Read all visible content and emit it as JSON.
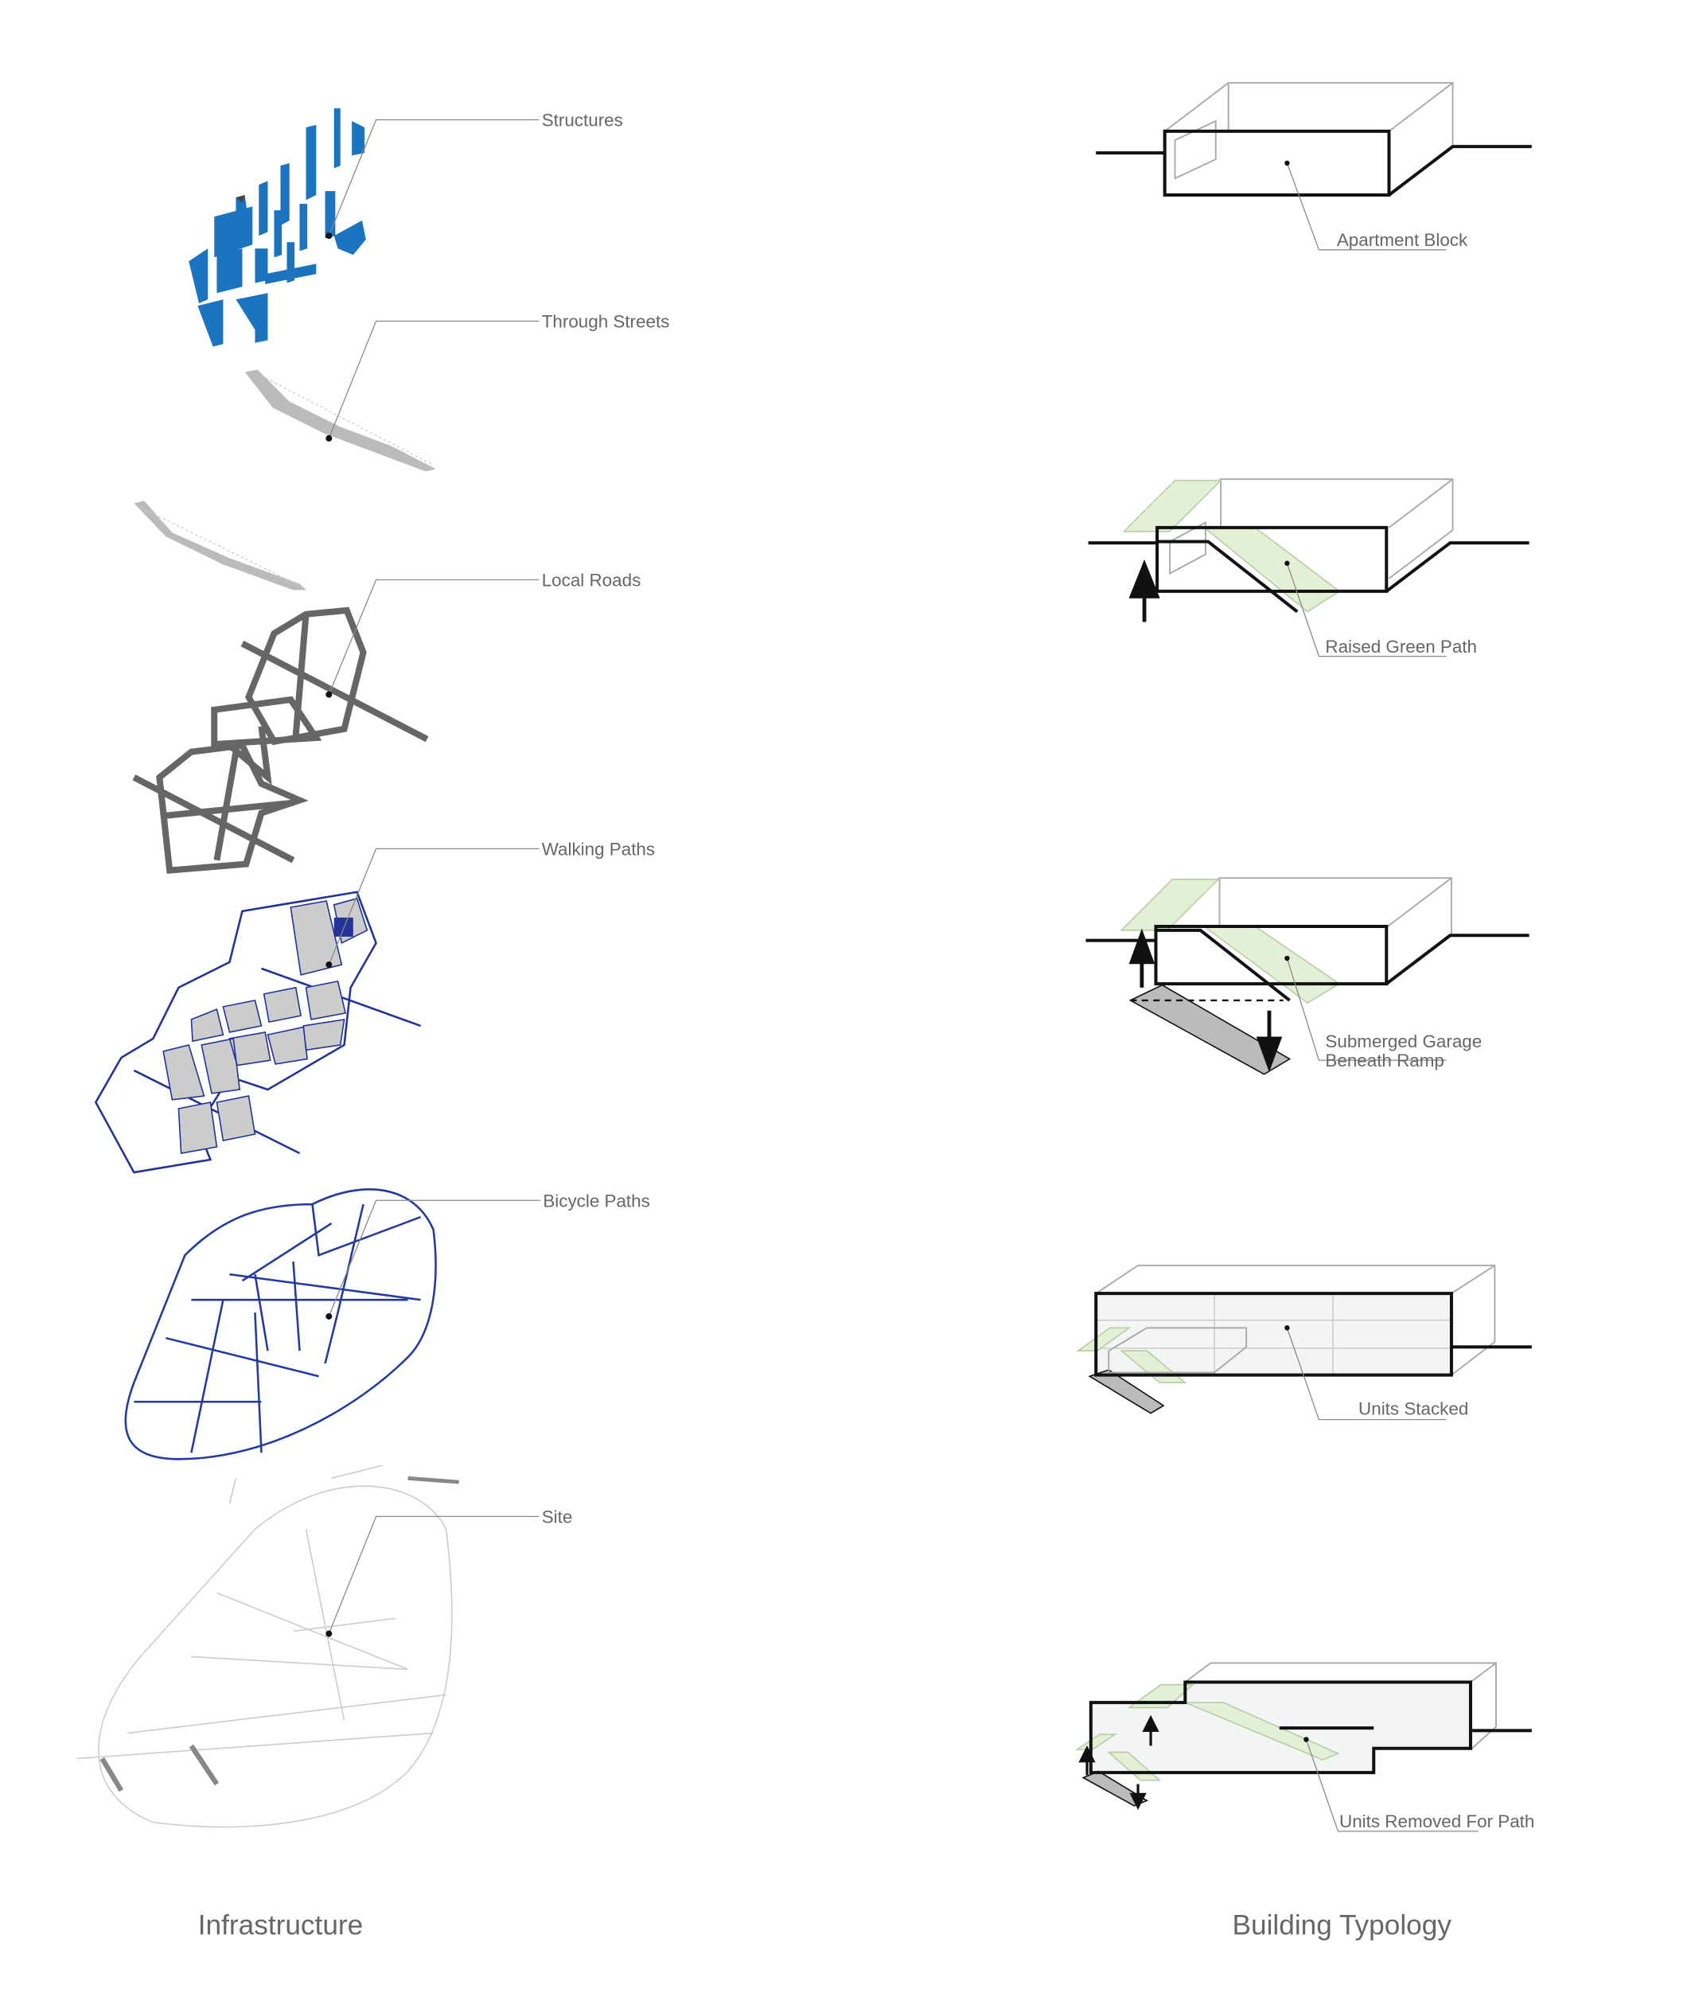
{
  "infrastructure": {
    "title": "Infrastructure",
    "layers": [
      {
        "label": "Structures",
        "color": "#1a74c0"
      },
      {
        "label": "Through Streets",
        "color": "#bbbbbb"
      },
      {
        "label": "Local Roads",
        "color": "#666666"
      },
      {
        "label": "Walking Paths",
        "color": "#223399"
      },
      {
        "label": "Bicycle Paths",
        "color": "#233aa0"
      },
      {
        "label": "Site",
        "color": "#cccccc"
      }
    ]
  },
  "typology": {
    "title": "Building Typology",
    "stages": [
      {
        "label": "Apartment Block"
      },
      {
        "label": "Raised Green Path"
      },
      {
        "label_line1": "Submerged Garage",
        "label_line2": "Beneath Ramp"
      },
      {
        "label": "Units Stacked"
      },
      {
        "label": "Units Removed For Path"
      }
    ],
    "green": "#e4f0d6"
  }
}
